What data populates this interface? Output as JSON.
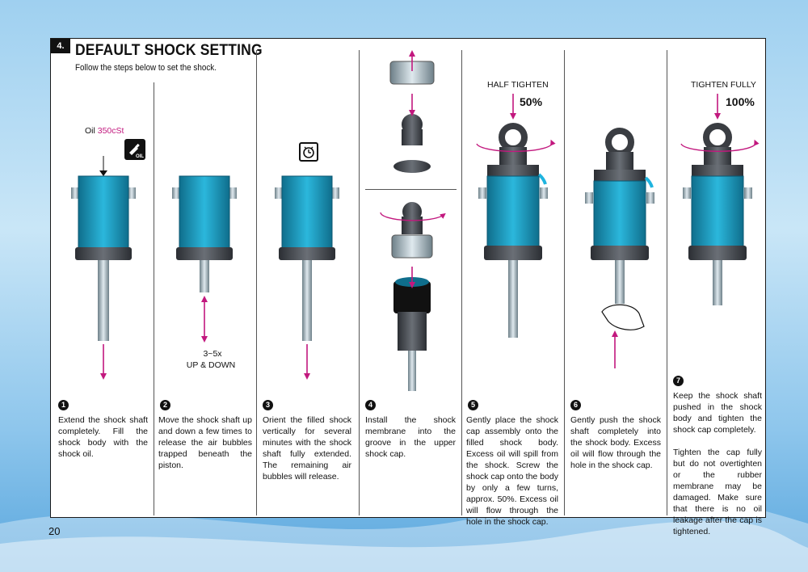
{
  "section": {
    "badge": "4.",
    "title": "DEFAULT SHOCK SETTING",
    "subtitle": "Follow the steps below to set the shock."
  },
  "labels": {
    "oil_prefix": "Oil ",
    "oil_value": "350cSt",
    "oil_icon_text": "OIL",
    "repeat_count": "3~5x",
    "repeat_action": "UP & DOWN",
    "half_tighten": "HALF TIGHTEN",
    "half_pct": "50%",
    "tighten_fully": "TIGHTEN FULLY",
    "full_pct": "100%"
  },
  "steps": [
    {
      "number": "1",
      "text": "Extend the shock shaft completely. Fill the shock body with the shock oil."
    },
    {
      "number": "2",
      "text": "Move the shock shaft up and down a few times to release the air bubbles trapped beneath the piston."
    },
    {
      "number": "3",
      "text": "Orient the filled shock vertically for several minutes with the shock shaft fully extended. The remaining air bubbles will release."
    },
    {
      "number": "4",
      "text": "Install the shock membrane into the groove in the upper shock cap."
    },
    {
      "number": "5",
      "text": "Gently place the shock cap assembly onto the filled shock body. Excess oil will spill from the shock. Screw the shock cap onto the body by only a few turns, approx. 50%. Excess oil will flow through the hole in the shock cap."
    },
    {
      "number": "6",
      "text": "Gently push the shock shaft completely into the shock body. Excess oil will flow through the hole in the shock cap."
    },
    {
      "number": "7",
      "text": "Keep the shock shaft pushed in the shock body and tighten the shock cap completely.",
      "note": "Tighten the cap fully but do not overtighten or the rubber membrane may be damaged. Make sure that there is no oil leakage after the cap is tightened."
    }
  ],
  "page_number": "20",
  "colors": {
    "oil": "#1f9fc4",
    "arrow": "#c2187e",
    "body": "#3a3d42",
    "panel_border": "#1a1a1a"
  }
}
